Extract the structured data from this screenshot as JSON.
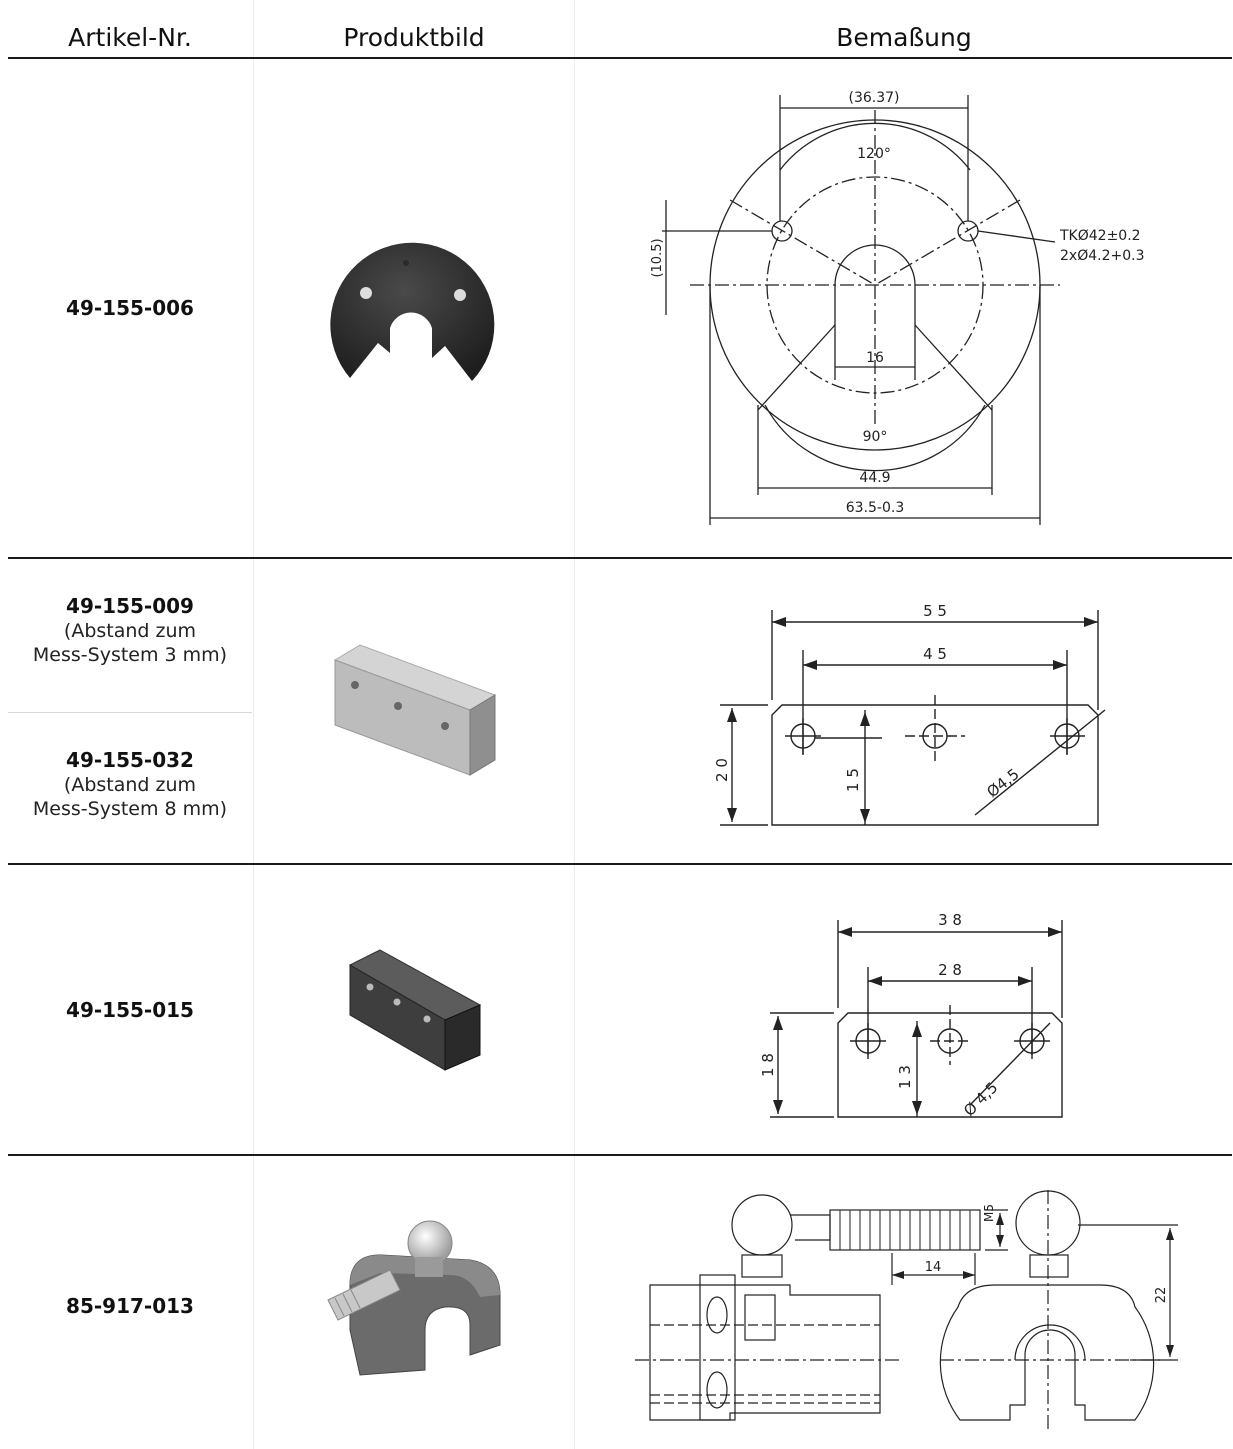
{
  "header": {
    "col1": "Artikel-Nr.",
    "col2": "Produktbild",
    "col3": "Bemaßung"
  },
  "rows": [
    {
      "article": "49-155-006",
      "dims": {
        "d1": "(36.37)",
        "angle1": "120°",
        "offset": "(10.5)",
        "tk1": "TKØ42±0.2",
        "tk2": "2xØ4.2+0.3",
        "slot": "16",
        "angle2": "90°",
        "w1": "44.9",
        "w2": "63.5-0.3"
      }
    },
    {
      "article_a": "49-155-009",
      "note_a1": "(Abstand zum",
      "note_a2": "Mess-System 3 mm)",
      "article_b": "49-155-032",
      "note_b1": "(Abstand zum",
      "note_b2": "Mess-System 8 mm)",
      "dims": {
        "total": "5 5",
        "pitch": "4 5",
        "height": "2 0",
        "hole_h": "1 5",
        "hole_d": "Ø4,5"
      }
    },
    {
      "article": "49-155-015",
      "dims": {
        "total": "3 8",
        "pitch": "2 8",
        "height": "1 8",
        "hole_h": "1 3",
        "hole_d": "Ø 4,5"
      }
    },
    {
      "article": "85-917-013",
      "dims": {
        "thread": "M5",
        "length": "14",
        "height": "22"
      }
    }
  ]
}
